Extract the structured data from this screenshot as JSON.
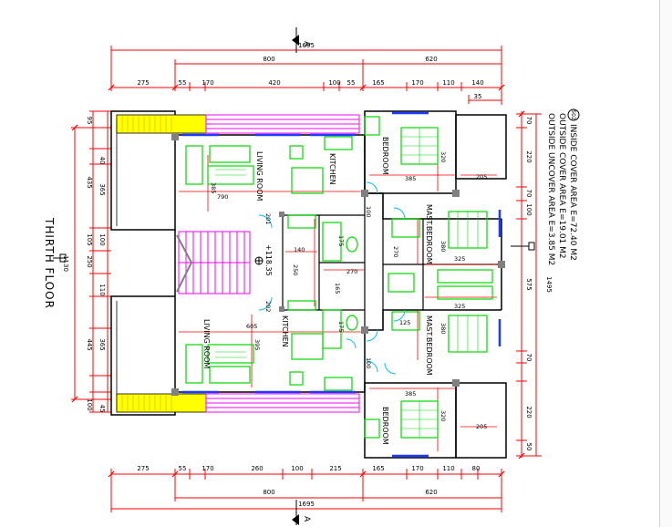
{
  "floor_title": "THIRTH FLOOR",
  "north_mark": "A",
  "unit_number": "502",
  "areas": [
    "INSIDE COVER AREA E=72.40 M2",
    "OUTSIDE COVER AREA E=19.01 M2",
    "OUTSIDE UNCOVER AREA E=3.85 M2"
  ],
  "rooms": {
    "living_room": "LIVING ROOM",
    "kitchen": "KITCHEN",
    "bedroom": "BEDROOM",
    "master_bedroom": "MAST.BEDROOM"
  },
  "level_mark": "+118.35",
  "dims": {
    "total_top": "1695",
    "seg_800": "800",
    "seg_620": "620",
    "d275": "275",
    "d55": "55",
    "d170": "170",
    "d420": "420",
    "d100": "100",
    "d165": "165",
    "d110": "110",
    "d140": "140",
    "d35": "35",
    "d260": "260",
    "d215": "215",
    "d80": "80",
    "left_1130": "1130",
    "d95": "95",
    "d40": "40",
    "d435": "435",
    "d365": "365",
    "d105": "105",
    "d250": "250",
    "d445": "445",
    "d45": "45",
    "right_1495": "1495",
    "d70": "70",
    "d220": "220",
    "d575": "575",
    "d50": "50",
    "d385": "385",
    "d320": "320",
    "d205": "205",
    "d790": "790",
    "d605": "605",
    "d395": "395",
    "d201": "201",
    "d202": "202",
    "d270": "270",
    "d380": "380",
    "d325": "325",
    "d175": "175",
    "d125": "125"
  },
  "colors": {
    "dimension": "#ff0000",
    "wall": "#000000",
    "furniture": "#00dd00",
    "stair": "#ff00ff",
    "door": "#00bfff",
    "yellow": "#ffff00",
    "blue": "#1e3cff",
    "grey": "#808080"
  }
}
